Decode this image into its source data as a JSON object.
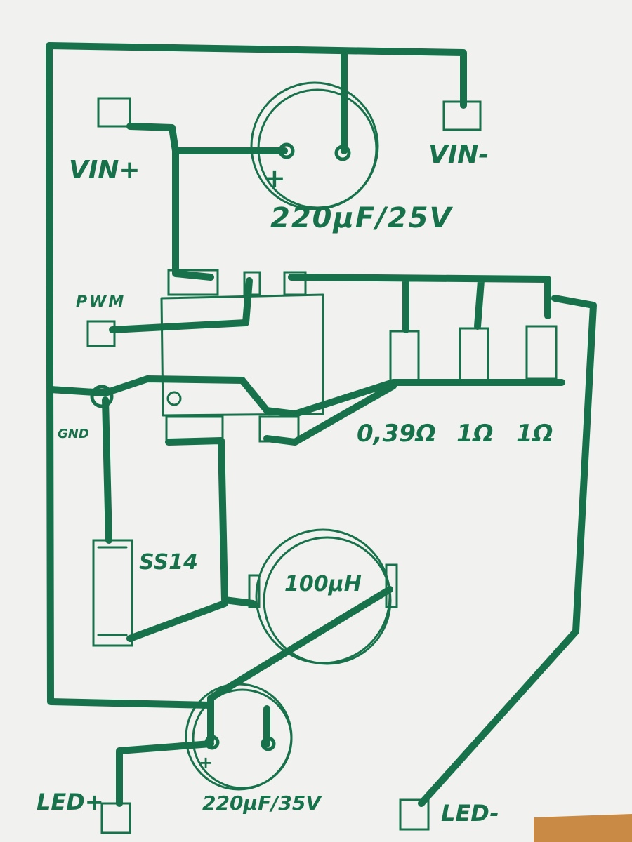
{
  "labels": {
    "vin_plus": "VIN+",
    "vin_minus": "VIN-",
    "pwm": "PWM",
    "gnd": "GND",
    "cap_in": "220µF/25V",
    "cap_out": "220µF/35V",
    "diode": "SS14",
    "inductor": "100µH",
    "r1": "0,39Ω",
    "r2": "1Ω",
    "r3": "1Ω",
    "led_plus": "LED+",
    "led_minus": "LED-",
    "cap_in_polarity": "+",
    "cap_out_polarity": "+"
  },
  "colors": {
    "ink": "#17714a",
    "paper": "#f1f1ef"
  }
}
